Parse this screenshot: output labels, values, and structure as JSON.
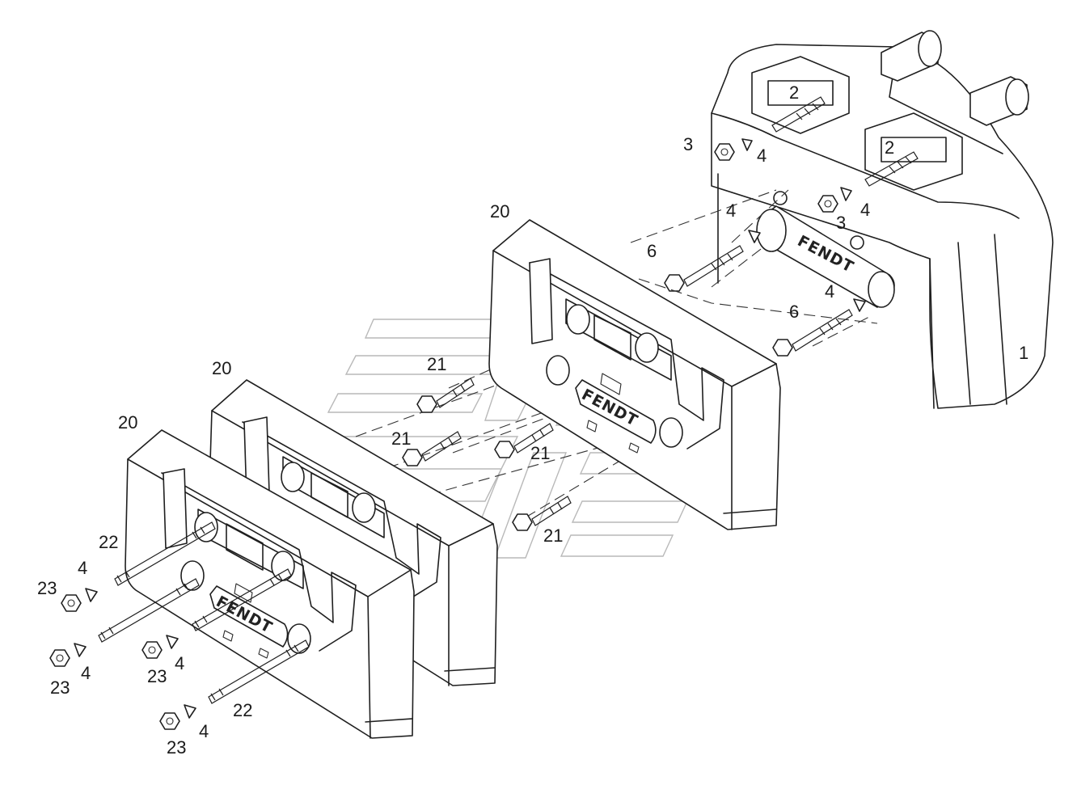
{
  "diagram": {
    "brand_text": "FENDT",
    "callouts": {
      "c1": "1",
      "c2a": "2",
      "c2b": "2",
      "c3a": "3",
      "c3b": "3",
      "c4a": "4",
      "c4b": "4",
      "c4c": "4",
      "c4d": "4",
      "c4e": "4",
      "c4f": "4",
      "c4g": "4",
      "c4h": "4",
      "c6a": "6",
      "c6b": "6",
      "c20a": "20",
      "c20b": "20",
      "c20c": "20",
      "c21a": "21",
      "c21b": "21",
      "c21c": "21",
      "c21d": "21",
      "c22a": "22",
      "c22b": "22",
      "c23a": "23",
      "c23b": "23",
      "c23c": "23",
      "c23d": "23"
    }
  }
}
